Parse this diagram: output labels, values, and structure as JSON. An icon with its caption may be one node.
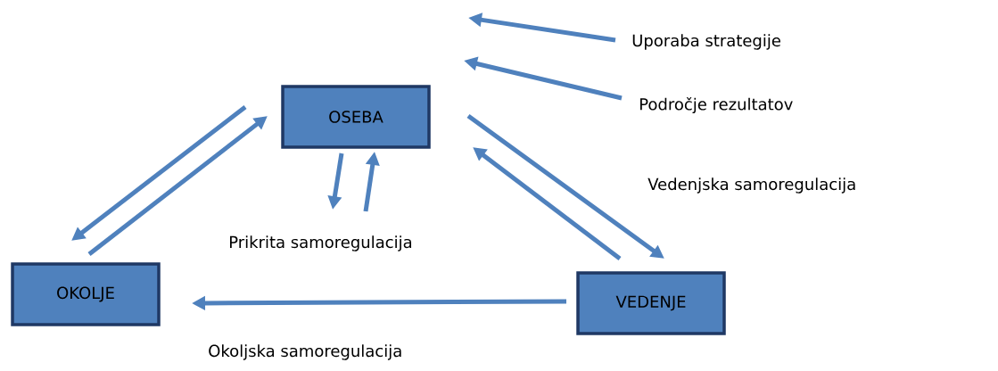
{
  "diagram": {
    "nodes": [
      {
        "text": [
          "OSEBA"
        ]
      },
      {
        "text": [
          "OKOLJE"
        ]
      },
      {
        "text": [
          "VEDENJE"
        ]
      },
      {
        "text": [
          "Uporaba strategije"
        ]
      },
      {
        "text": [
          "Področje rezultatov"
        ]
      }
    ],
    "edges": [
      {
        "from": 0,
        "to": 1,
        "arrow": "to"
      },
      {
        "from": 1,
        "to": 0,
        "arrow": "to"
      },
      {
        "from": 0,
        "to": 2,
        "arrow": "to"
      },
      {
        "from": 2,
        "to": 0,
        "arrow": "to"
      },
      {
        "from": 2,
        "to": 1,
        "arrow": "to"
      },
      {
        "from": 3,
        "to": null,
        "arrow": "to"
      },
      {
        "from": 4,
        "to": null,
        "arrow": "to"
      },
      {
        "from": 0,
        "to": null,
        "arrow": "to"
      },
      {
        "from": null,
        "to": 0,
        "arrow": "to"
      }
    ],
    "labels": [
      "Vedenjska samoregulacija",
      "Prikrita samoregulacija",
      "Okoljska samoregulacija"
    ]
  }
}
